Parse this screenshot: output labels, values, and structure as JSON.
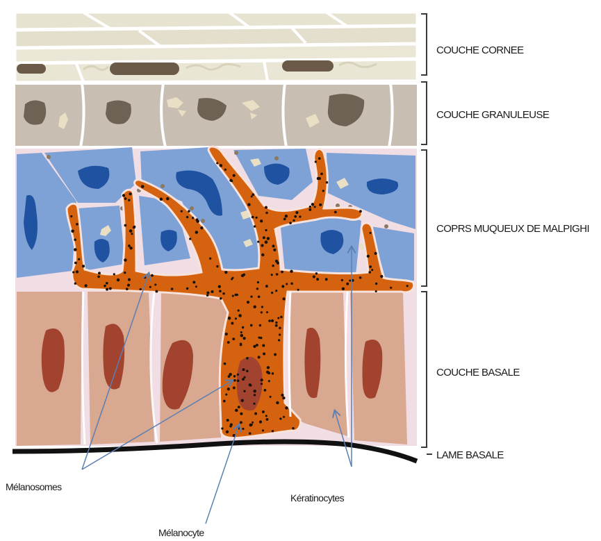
{
  "layers": {
    "corneum": "COUCHE CORNEE",
    "granulosum": "COUCHE GRANULEUSE",
    "spinosum": "COPRS MUQUEUX DE MALPIGHI",
    "basale": "COUCHE BASALE",
    "basal_lamina": "LAME BASALE"
  },
  "annotations": {
    "melanosomes": "Mélanosomes",
    "melanocyte": "Mélanocyte",
    "keratinocytes": "Kératinocytes"
  },
  "colors": {
    "corneum": "#e9e5d3",
    "granulosum": "#c8bfb2",
    "spinosum": "#7fa2d6",
    "basale": "#d9a890",
    "nucleus_corneum": "#6b5a48",
    "nucleus_granulosum": "#6d6253",
    "nucleus_spinosum": "#1f52a0",
    "nucleus_basale": "#a2432f",
    "melanocyte": "#d5620f",
    "melanosome": "#1a1208",
    "basal_lamina": "#111111",
    "arrow": "#5b7fb3"
  }
}
